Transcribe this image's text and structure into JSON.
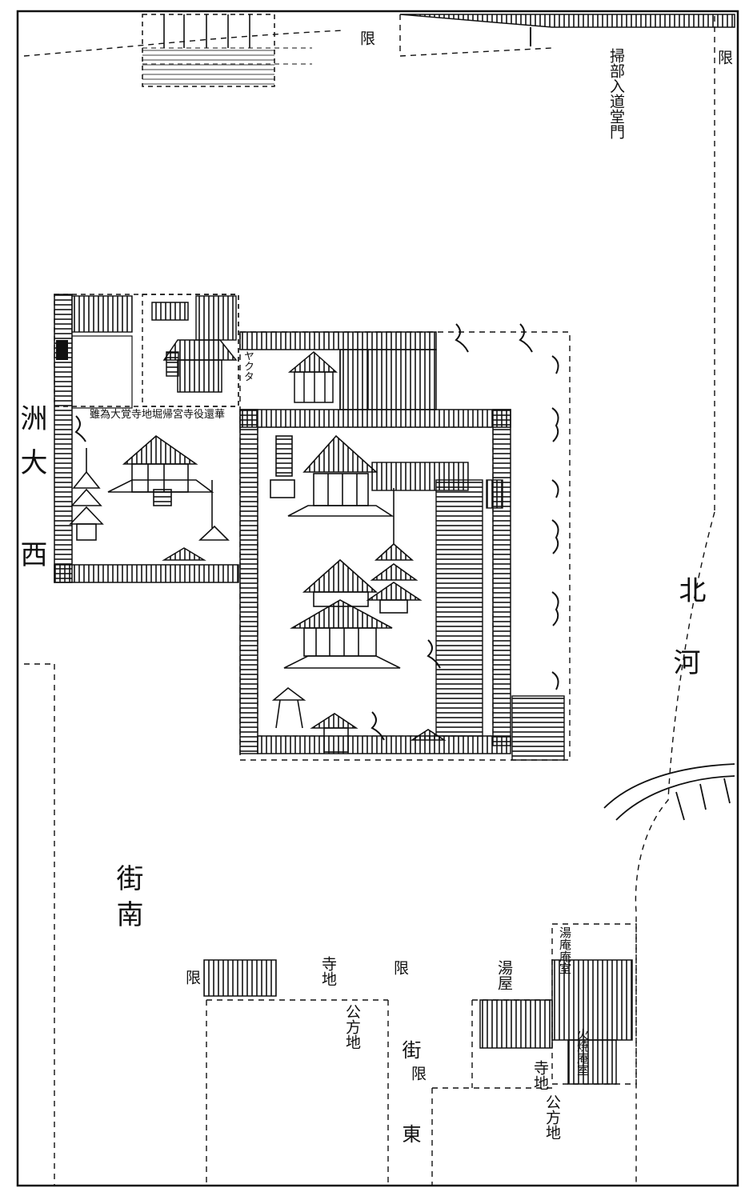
{
  "map": {
    "labels": {
      "north_river": "北",
      "north_river_2": "河",
      "west": "西",
      "west_2": "大",
      "west_3": "洲",
      "south": "南",
      "south_2": "街",
      "east": "東",
      "east_2": "街",
      "limit_top_left": "限",
      "limit_top_right": "限",
      "limit_mid": "限",
      "limit_left": "限",
      "limit_lower": "限",
      "sweeping_gate": "掃部入道堂門",
      "temple_land_1": "寺地",
      "public_land_1": "公方地",
      "temple_land_2": "寺地",
      "public_land_2": "公方地",
      "bathhouse": "湯屋",
      "hermitage_1": "湯庵庵室",
      "hermitage_2": "火焼庵室",
      "shrine_note": "雖為大覚寺地堀帰宮寺役還華",
      "side_note": "ヤクタ"
    }
  }
}
